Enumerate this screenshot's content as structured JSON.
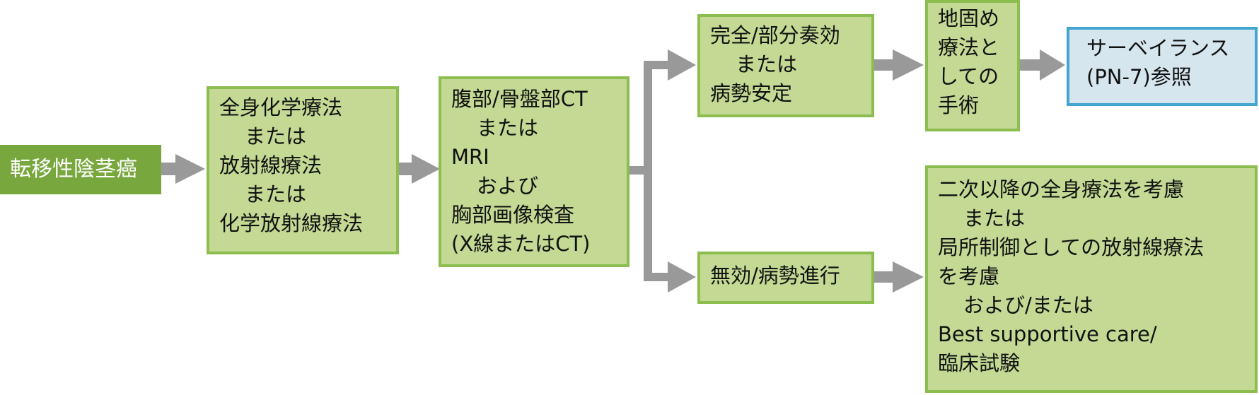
{
  "diagram": {
    "start": "転移性陰茎癌",
    "treatment": [
      "全身化学療法",
      "または",
      "放射線療法",
      "または",
      "化学放射線療法"
    ],
    "imaging": [
      "腹部/骨盤部CT",
      "または",
      "MRI",
      "および",
      "胸部画像検査",
      "(X線またはCT)"
    ],
    "response": [
      "完全/部分奏効",
      "または",
      "病勢安定"
    ],
    "progression": [
      "無効/病勢進行"
    ],
    "surgery": [
      "地固め",
      "療法と",
      "しての",
      "手術"
    ],
    "surveillance": [
      "サーベイランス",
      "(PN-7)参照"
    ],
    "next_steps": [
      "二次以降の全身療法を考慮",
      "または",
      "局所制御としての放射線療法",
      "を考慮",
      "および/または",
      "Best supportive care/",
      "臨床試験"
    ],
    "colors": {
      "start": "#78a73e",
      "box_fill": "#c3d994",
      "box_border": "#8bbd4f",
      "ref_fill": "#d6e6ee",
      "ref_border": "#42a6d0",
      "arrow": "#999999"
    }
  }
}
